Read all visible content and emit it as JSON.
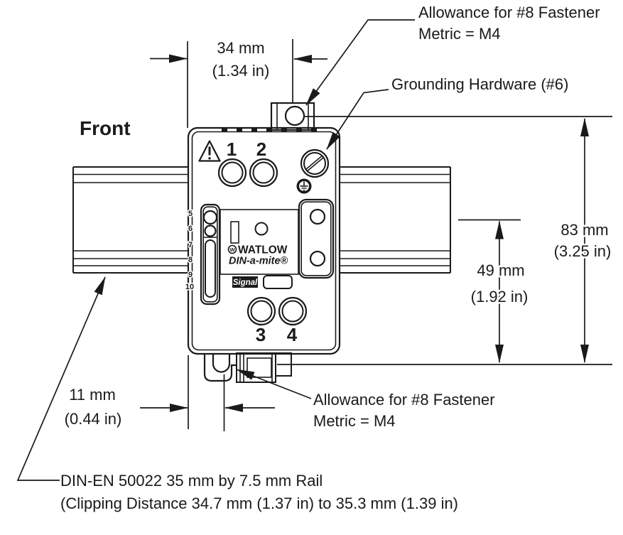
{
  "labels": {
    "front": "Front",
    "allowance_top_line1": "Allowance for #8 Fastener",
    "allowance_top_line2": "Metric = M4",
    "grounding": "Grounding Hardware (#6)",
    "allowance_bottom_line1": "Allowance for #8 Fastener",
    "allowance_bottom_line2": "Metric = M4",
    "rail_note_line1": "DIN-EN 50022 35 mm by 7.5 mm Rail",
    "rail_note_line2": "(Clipping Distance 34.7 mm (1.37 in) to 35.3 mm (1.39 in)"
  },
  "dimensions": {
    "width_mm": "34 mm",
    "width_in": "(1.34 in)",
    "overall_mm": "83 mm",
    "overall_in": "(3.25 in)",
    "rail_to_bottom_mm": "49 mm",
    "rail_to_bottom_in": "(1.92 in)",
    "offset_mm": "11 mm",
    "offset_in": "(0.44 in)"
  },
  "device": {
    "terminals_top": [
      "1",
      "2"
    ],
    "terminals_bottom": [
      "3",
      "4"
    ],
    "indicators": [
      "5",
      "6",
      "7",
      "8",
      "9",
      "10"
    ],
    "brand_w": "W",
    "brand": "WATLOW",
    "model": "DIN-a-mite®",
    "signal": "Signal",
    "warning_mark": "!"
  },
  "colors": {
    "line": "#1a1a1a",
    "background": "#ffffff"
  }
}
